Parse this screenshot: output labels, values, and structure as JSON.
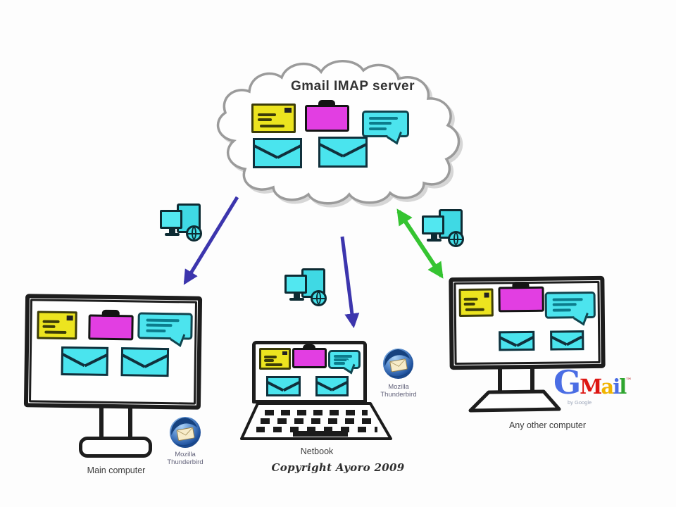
{
  "page": {
    "background": "#fdfdfd"
  },
  "cloud": {
    "label": "Gmail IMAP server"
  },
  "nodes": {
    "main_computer": {
      "label": "Main computer",
      "type": "desktop"
    },
    "netbook": {
      "label": "Netbook",
      "type": "laptop"
    },
    "other_computer": {
      "label": "Any other computer",
      "type": "desktop"
    }
  },
  "screen_icons": [
    "yellow-envelope-icon",
    "magenta-folder-icon",
    "chat-bubble-icon",
    "cyan-envelope-icon",
    "cyan-envelope-icon"
  ],
  "connections": [
    {
      "from": "cloud",
      "to": "main_computer",
      "direction": "one-way",
      "color": "#3c35ad"
    },
    {
      "from": "cloud",
      "to": "netbook",
      "direction": "one-way",
      "color": "#3c35ad"
    },
    {
      "from": "cloud",
      "to": "other_computer",
      "direction": "two-way",
      "color": "#35c431"
    }
  ],
  "thunderbird_caption": {
    "line1": "Mozilla",
    "line2": "Thunderbird"
  },
  "copyright": "Copyright Ayoro 2009",
  "gmail_logo": {
    "letters": [
      {
        "ch": "G",
        "color": "#4a6de4"
      },
      {
        "ch": "M",
        "color": "#dd1612"
      },
      {
        "ch": "a",
        "color": "#f0b400"
      },
      {
        "ch": "i",
        "color": "#4a6de4"
      },
      {
        "ch": "l",
        "color": "#2fa52f"
      }
    ],
    "trademark": "™",
    "byline": "by Google"
  },
  "colors": {
    "item_yellow": "#ece41f",
    "item_magenta": "#e23ee2",
    "item_cyan": "#4ae4ee",
    "outline_dark": "#1d1d1d",
    "cloud_outline": "#9b9b9b",
    "arrow_blue": "#3c35ad",
    "arrow_green": "#35c431"
  }
}
